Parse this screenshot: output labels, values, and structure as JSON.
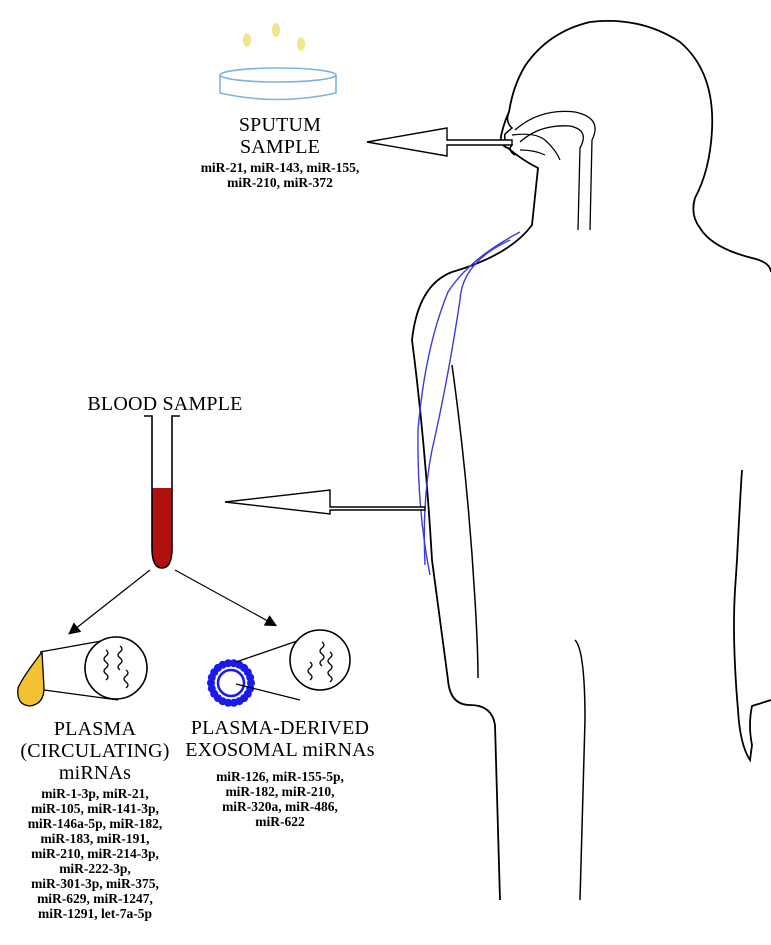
{
  "sputum": {
    "title_line1": "SPUTUM",
    "title_line2": "SAMPLE",
    "mirnas": [
      "miR-21, miR-143, miR-155,",
      "miR-210, miR-372"
    ]
  },
  "blood": {
    "title": "BLOOD SAMPLE"
  },
  "plasma": {
    "title_lines": [
      "PLASMA",
      "(CIRCULATING)",
      "miRNAs"
    ],
    "mirnas": [
      "miR-1-3p, miR-21,",
      "miR-105, miR-141-3p,",
      "miR-146a-5p, miR-182,",
      "miR-183, miR-191,",
      "miR-210, miR-214-3p,",
      "miR-222-3p,",
      "miR-301-3p, miR-375,",
      "miR-629, miR-1247,",
      "miR-1291, let-7a-5p"
    ]
  },
  "exosomal": {
    "title_lines": [
      "PLASMA-DERIVED",
      "EXOSOMAL miRNAs"
    ],
    "mirnas": [
      "miR-126, miR-155-5p,",
      "miR-182, miR-210,",
      "miR-320a, miR-486,",
      "miR-622"
    ]
  },
  "colors": {
    "blood": "#b01010",
    "plasma": "#f2c233",
    "exosome": "#1a1aee",
    "vessel": "#3b3bdd",
    "petri": "#7fb2e0",
    "drop": "#f0e68c"
  }
}
